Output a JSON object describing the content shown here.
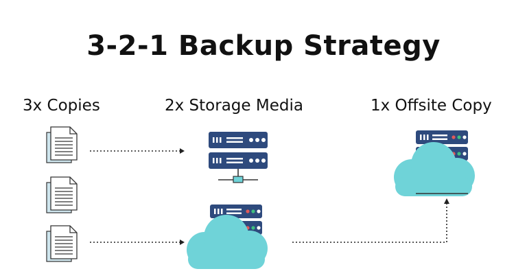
{
  "title": "3-2-1 Backup Strategy",
  "columns": {
    "copies": "3x Copies",
    "media": "2x Storage Media",
    "offsite": "1x Offsite Copy"
  },
  "icons": {
    "document": "document-icon",
    "server": "server-icon",
    "cloud": "cloud-icon"
  },
  "colors": {
    "server_navy": "#2e4a7d",
    "cloud_teal": "#6fd3d8",
    "document_blue": "#cfe6ee",
    "arrow": "#222222"
  }
}
